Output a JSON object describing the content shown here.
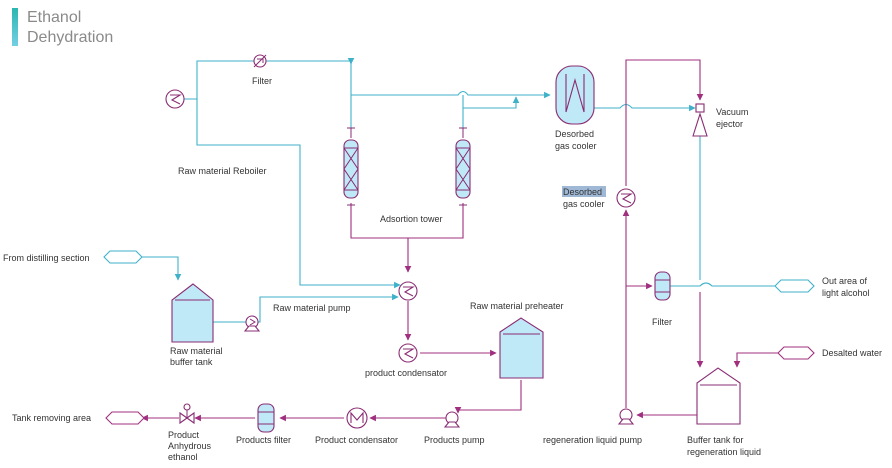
{
  "title": {
    "line1": "Ethanol",
    "line2": "Dehydration"
  },
  "colors": {
    "accent_bar_top": "#2bb7b0",
    "accent_bar_bottom": "#74cfe4",
    "cyan_line": "#3fb2c9",
    "magenta_line": "#a0307f",
    "vessel_fill": "#bfe9f7",
    "highlight": "#9fb8d6"
  },
  "labels": {
    "filter_top": "Filter",
    "raw_material_reboiler": "Raw material Reboiler",
    "adsorption_tower": "Adsortion tower",
    "desorbed_cooler_1": [
      "Desorbed",
      "gas cooler"
    ],
    "desorbed_cooler_2": [
      "Desorbed",
      "gas cooler"
    ],
    "vacuum_ejector": [
      "Vacuum",
      "ejector"
    ],
    "from_distilling": "From distilling section",
    "raw_material_pump": "Raw material pump",
    "raw_buffer_tank": [
      "Raw material",
      "buffer tank"
    ],
    "raw_preheater": "Raw material preheater",
    "product_condensator_small": "product condensator",
    "filter_right": "Filter",
    "out_area": [
      "Out area of",
      "light alcohol"
    ],
    "desalted_water": "Desalted water",
    "tank_removing": "Tank removing area",
    "product_anhydrous": [
      "Product",
      "Anhydrous",
      "ethanol"
    ],
    "products_filter": "Products filter",
    "product_condensator": "Product condensator",
    "products_pump": "Products pump",
    "regeneration_pump": "regeneration liquid pump",
    "buffer_regen": [
      "Buffer tank for",
      "regeneration liquid"
    ]
  },
  "icons": [
    "heat-exchanger-icon",
    "filter-icon",
    "column-icon",
    "pump-icon",
    "valve-icon",
    "ejector-icon",
    "tank-icon",
    "condenser-icon"
  ]
}
